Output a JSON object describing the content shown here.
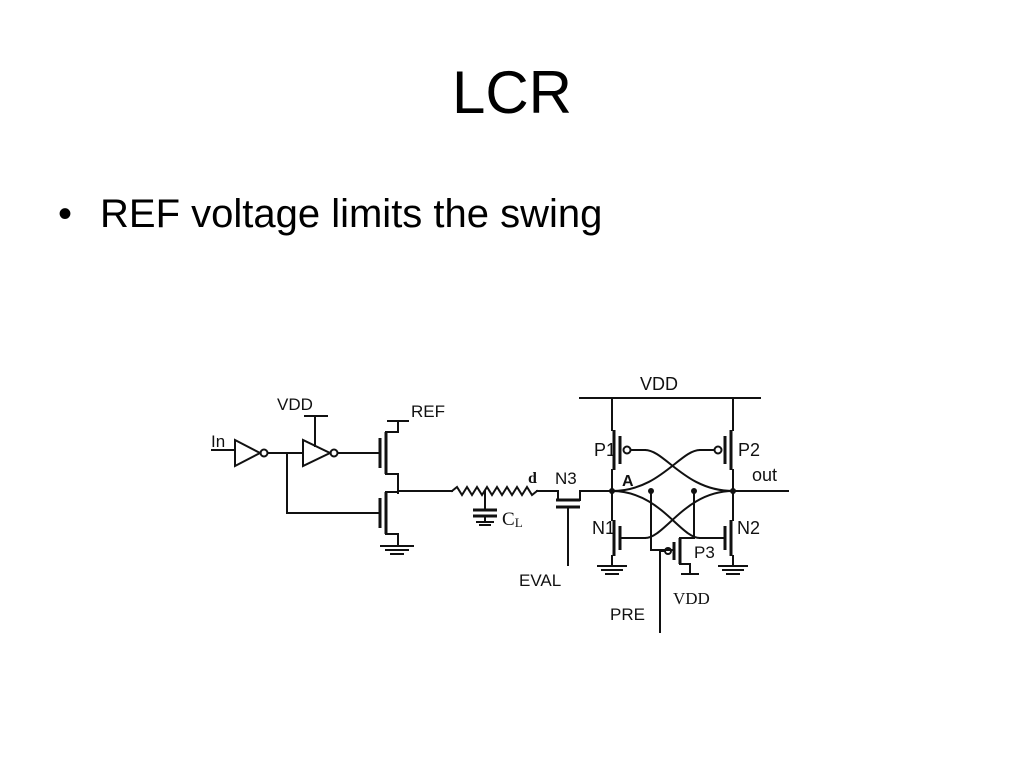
{
  "slide": {
    "title": "LCR",
    "bullets": [
      {
        "marker": "•",
        "text": "REF voltage limits the swing"
      }
    ]
  },
  "diagram": {
    "labels": {
      "in": "In",
      "vdd_left": "VDD",
      "ref": "REF",
      "d": "d",
      "n3": "N3",
      "cl": "C",
      "cl_sub": "L",
      "eval": "EVAL",
      "vdd_top": "VDD",
      "p1": "P1",
      "p2": "P2",
      "a": "A",
      "out": "out",
      "n1": "N1",
      "n2": "N2",
      "p3": "P3",
      "vdd_bottom": "VDD",
      "pre": "PRE"
    }
  }
}
